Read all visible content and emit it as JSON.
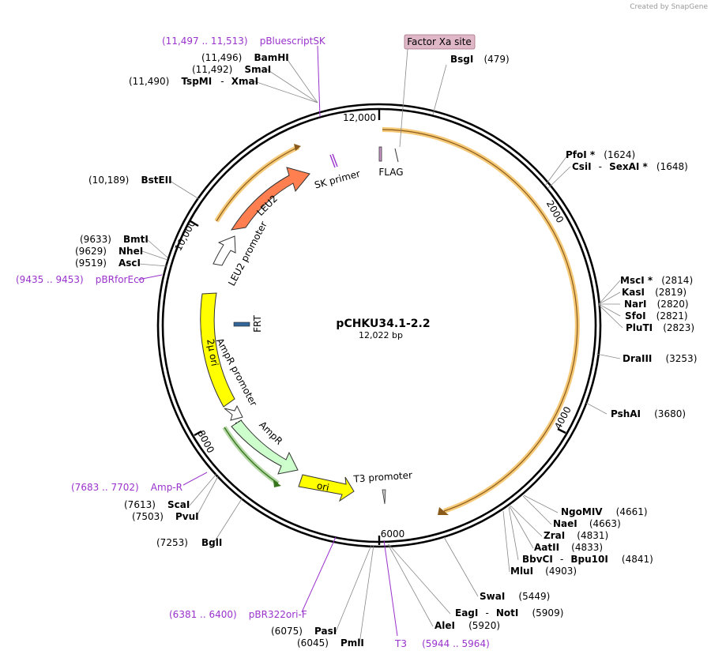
{
  "watermark": "Created by SnapGene",
  "plasmid": {
    "name": "pCHKU34.1-2.2",
    "length": "12,022 bp"
  },
  "ticks": [
    "12,000",
    "2000",
    "4000",
    "6000",
    "8000",
    "10,000"
  ],
  "features": {
    "leu2": "LEU2",
    "leu2_promoter": "LEU2 promoter",
    "sk_primer": "SK primer",
    "flag": "FLAG",
    "factor_xa": "Factor Xa site",
    "frt": "FRT",
    "two_micron": "2μ ori",
    "ampr_promoter": "AmpR promoter",
    "ampr": "AmpR",
    "ori": "ori",
    "t3_promoter": "T3 promoter"
  },
  "enzymes": {
    "bsgI": {
      "name": "BsgI",
      "pos": "(479)"
    },
    "pfoI": {
      "name": "PfoI *",
      "pos": "(1624)"
    },
    "csiI": {
      "name": "CsiI",
      "sep": "-",
      "name2": "SexAI *",
      "pos": "(1648)"
    },
    "mscI": {
      "name": "MscI *",
      "pos": "(2814)"
    },
    "kasI": {
      "name": "KasI",
      "pos": "(2819)"
    },
    "narI": {
      "name": "NarI",
      "pos": "(2820)"
    },
    "sfoI": {
      "name": "SfoI",
      "pos": "(2821)"
    },
    "pluTI": {
      "name": "PluTI",
      "pos": "(2823)"
    },
    "draIII": {
      "name": "DraIII",
      "pos": "(3253)"
    },
    "pshAI": {
      "name": "PshAI",
      "pos": "(3680)"
    },
    "ngoMIV": {
      "name": "NgoMIV",
      "pos": "(4661)"
    },
    "naeI": {
      "name": "NaeI",
      "pos": "(4663)"
    },
    "zraI": {
      "name": "ZraI",
      "pos": "(4831)"
    },
    "aatII": {
      "name": "AatII",
      "pos": "(4833)"
    },
    "bbvCI": {
      "name": "BbvCI",
      "sep": "-",
      "name2": "Bpu10I",
      "pos": "(4841)"
    },
    "mluI": {
      "name": "MluI",
      "pos": "(4903)"
    },
    "swaI": {
      "name": "SwaI",
      "pos": "(5449)"
    },
    "eagI": {
      "name": "EagI",
      "sep": "-",
      "name2": "NotI",
      "pos": "(5909)"
    },
    "aleI": {
      "name": "AleI",
      "pos": "(5920)"
    },
    "pasI": {
      "name": "PasI",
      "pos": "(6075)"
    },
    "pmlI": {
      "name": "PmlI",
      "pos": "(6045)"
    },
    "bglI": {
      "name": "BglI",
      "pos": "(7253)"
    },
    "pvuI": {
      "name": "PvuI",
      "pos": "(7503)"
    },
    "scaI": {
      "name": "ScaI",
      "pos": "(7613)"
    },
    "ascI": {
      "name": "AscI",
      "pos": "(9519)"
    },
    "nheI": {
      "name": "NheI",
      "pos": "(9629)"
    },
    "bmtI": {
      "name": "BmtI",
      "pos": "(9633)"
    },
    "bstEII": {
      "name": "BstEII",
      "pos": "(10,189)"
    },
    "tspMI": {
      "name": "TspMI",
      "sep": "-",
      "name2": "XmaI",
      "pos": "(11,490)"
    },
    "smaI": {
      "name": "SmaI",
      "pos": "(11,492)"
    },
    "bamHI": {
      "name": "BamHI",
      "pos": "(11,496)"
    }
  },
  "primers": {
    "pbluescriptSK": {
      "range": "(11,497 .. 11,513)",
      "name": "pBluescriptSK"
    },
    "pbrforeco": {
      "range": "(9435 .. 9453)",
      "name": "pBRforEco"
    },
    "ampR": {
      "range": "(7683 .. 7702)",
      "name": "Amp-R"
    },
    "pbr322ori": {
      "range": "(6381 .. 6400)",
      "name": "pBR322ori-F"
    },
    "t3": {
      "name": "T3",
      "range": "(5944 .. 5964)"
    }
  },
  "colors": {
    "backbone": "#000000",
    "leu2": "#ff7f50",
    "two_micron": "#ffff00",
    "ampr": "#ccffcc",
    "ori": "#ffff00",
    "frt": "#336699",
    "primer": "#9933cc",
    "orange_arc": "#f5c977",
    "green_arc": "#6aa84f",
    "factor_xa_fill": "#dfb7c6"
  }
}
